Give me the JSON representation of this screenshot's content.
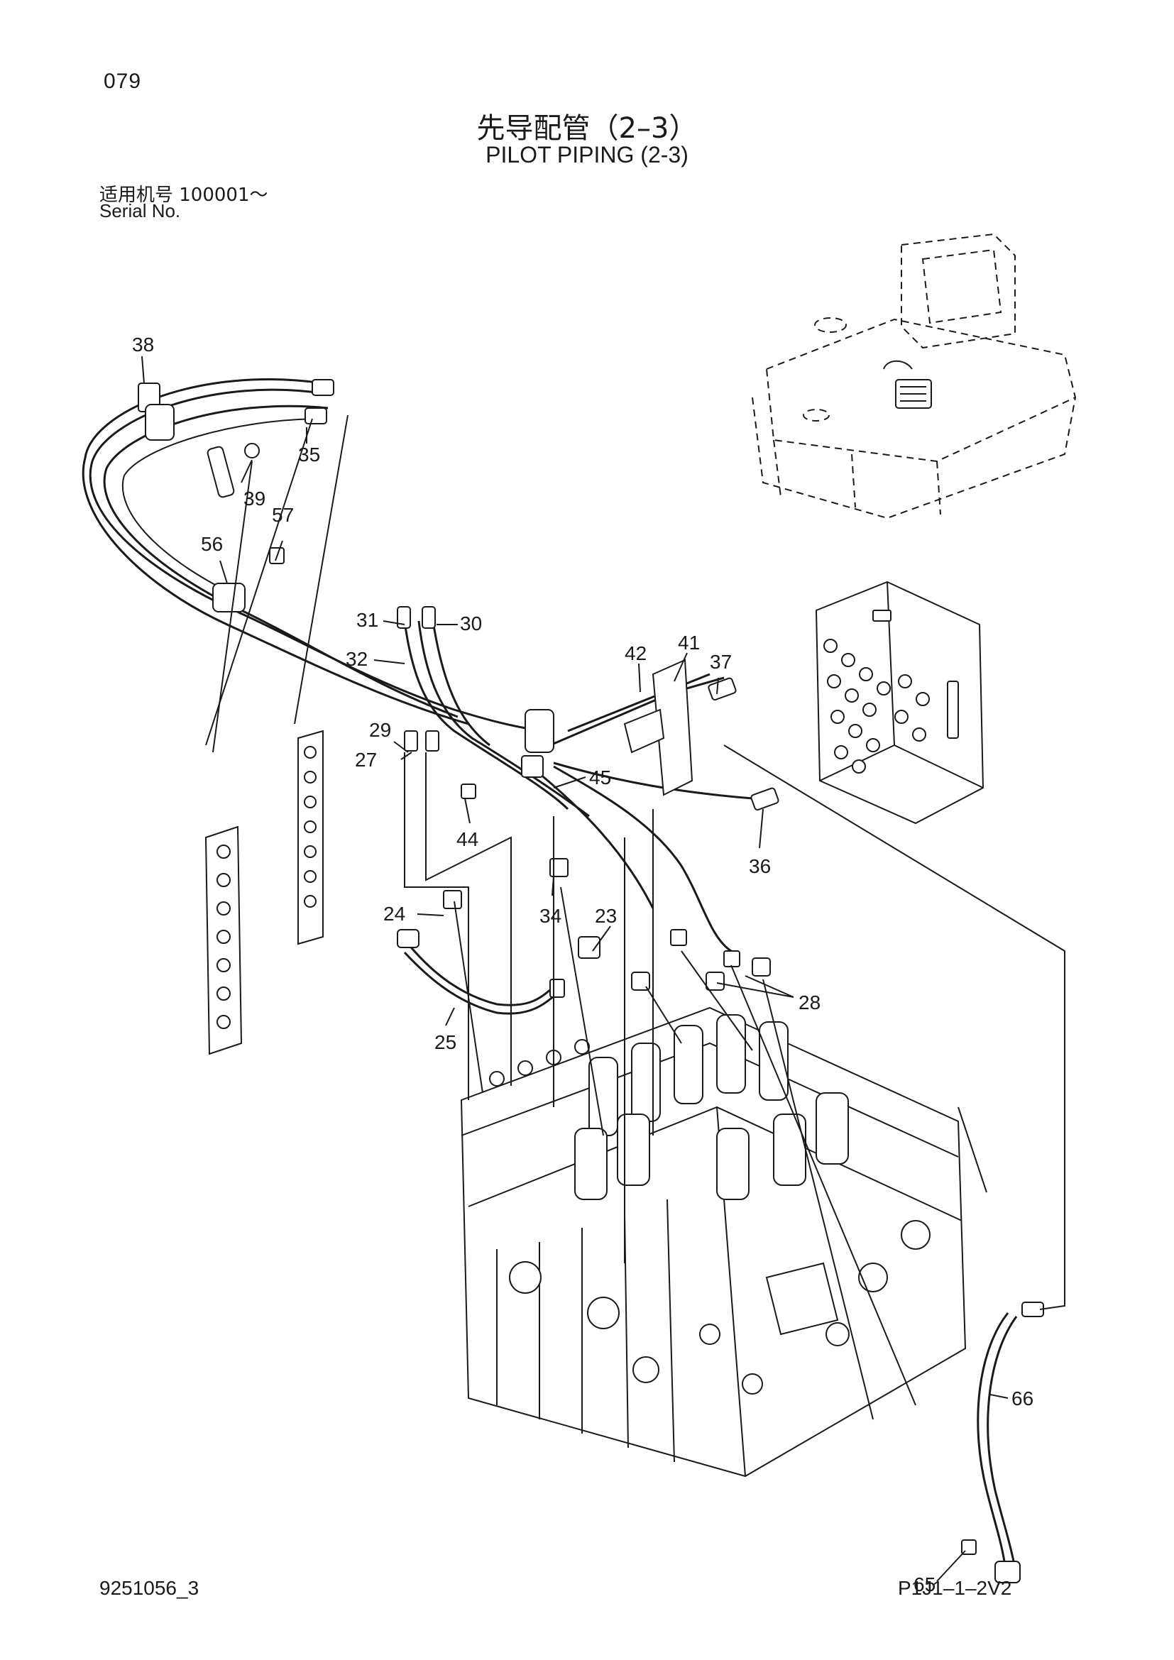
{
  "header": {
    "page_number": "079",
    "title_cn": "先导配管（2–3）",
    "title_en": "PILOT PIPING (2-3)",
    "serial_label_cn": "适用机号  100001～",
    "serial_label_en": "Serial No."
  },
  "footer": {
    "doc_id": "9251056_3",
    "sheet_id": "P1J1–1–2V2"
  },
  "callouts": [
    "38",
    "35",
    "39",
    "57",
    "56",
    "31",
    "30",
    "32",
    "42",
    "41",
    "37",
    "29",
    "27",
    "45",
    "44",
    "36",
    "34",
    "24",
    "23",
    "28",
    "25",
    "66",
    "65"
  ]
}
